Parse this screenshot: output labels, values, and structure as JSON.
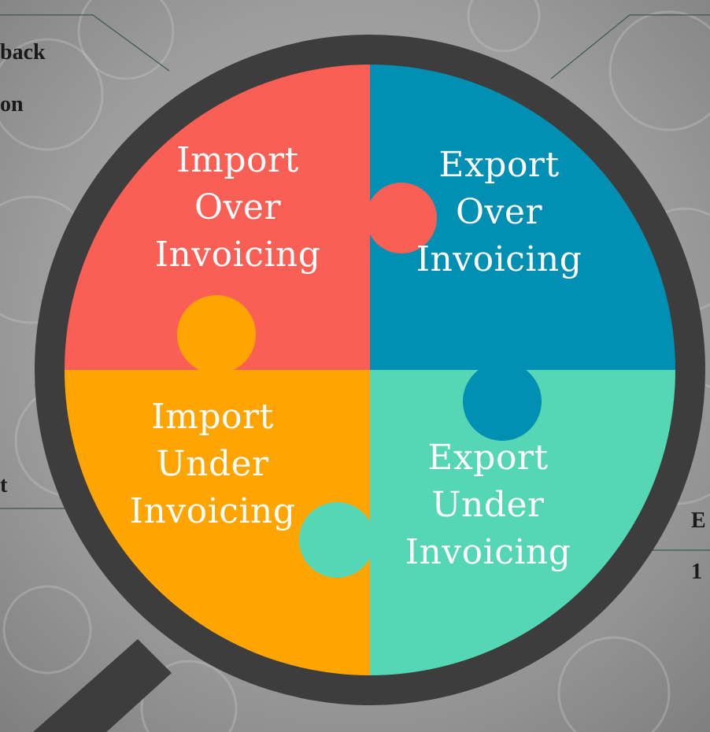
{
  "colors": {
    "background": "#9a9a9a",
    "magnifier_frame": "#3d3d3d",
    "import_over": "#f95f55",
    "export_over": "#0190b3",
    "import_under": "#ffa502",
    "export_under": "#55d6b5",
    "label_text": "#ffffff"
  },
  "quadrants": {
    "import_over": {
      "lines": [
        "Import",
        "Over",
        "Invoicing"
      ]
    },
    "export_over": {
      "lines": [
        "Export",
        "Over",
        "Invoicing"
      ]
    },
    "import_under": {
      "lines": [
        "Import",
        "Under",
        "Invoicing"
      ]
    },
    "export_under": {
      "lines": [
        "Export",
        "Under",
        "Invoicing"
      ]
    }
  },
  "side_fragments": {
    "left": [
      "back",
      "on",
      "t"
    ],
    "right": [
      "E",
      "1"
    ]
  }
}
